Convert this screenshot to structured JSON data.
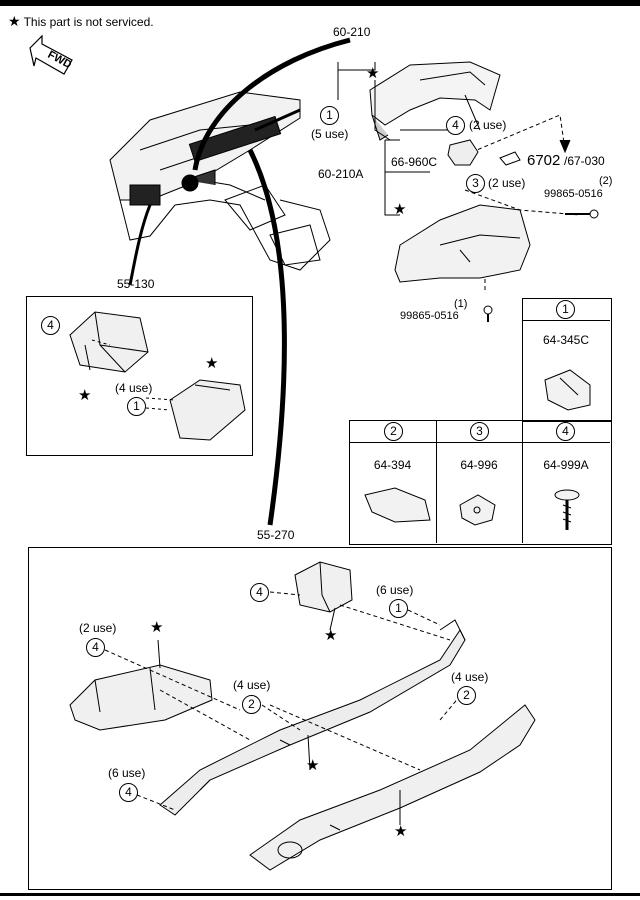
{
  "note": {
    "star": "★",
    "text": "This part is not serviced."
  },
  "fwd": "FWD",
  "labels": {
    "group_top": "60-210",
    "group_210a": "60-210A",
    "group_55_130": "55-130",
    "group_55_270": "55-270",
    "p_66_960c": "66-960C",
    "p_6702": "6702",
    "p_67_030": "/67-030",
    "screw_right": "99865-0516",
    "screw_right_qty": "(2)",
    "screw_bottom": "99865-0516",
    "screw_bottom_qty": "(1)"
  },
  "uses": {
    "five": "(5 use)",
    "two_a": "(2 use)",
    "two_b": "(2 use)",
    "four_a": "(4 use)",
    "six_a": "(6 use)",
    "two_c": "(2 use)",
    "four_b": "(4 use)",
    "four_c": "(4 use)",
    "six_b": "(6 use)"
  },
  "callouts": [
    "1",
    "2",
    "3",
    "4"
  ],
  "legend": [
    {
      "num": "1",
      "part": "64-345C"
    },
    {
      "num": "2",
      "part": "64-394"
    },
    {
      "num": "3",
      "part": "64-996"
    },
    {
      "num": "4",
      "part": "64-999A"
    }
  ]
}
